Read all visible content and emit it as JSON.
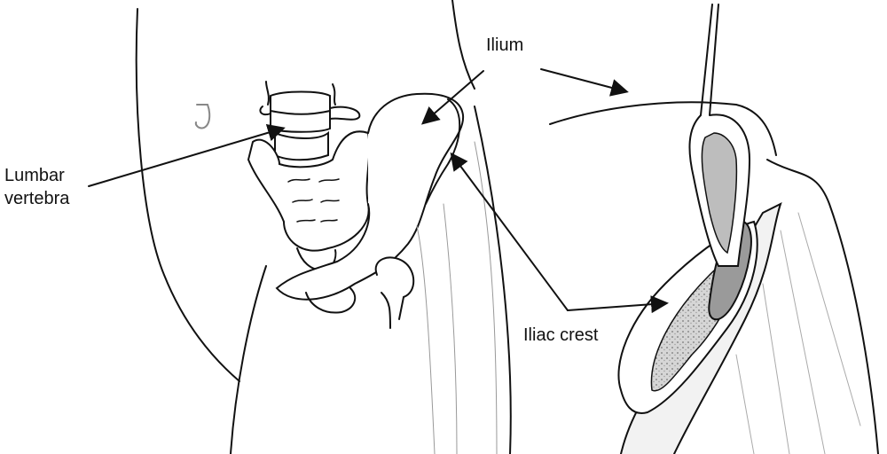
{
  "labels": {
    "ilium": "Ilium",
    "lumbar_line1": "Lumbar",
    "lumbar_line2": "vertebra",
    "iliac_crest": "Iliac crest"
  },
  "colors": {
    "line": "#111111",
    "bone_fill": "#ffffff",
    "marrow": "#c8c8c8",
    "muscle": "#eeeeee"
  }
}
